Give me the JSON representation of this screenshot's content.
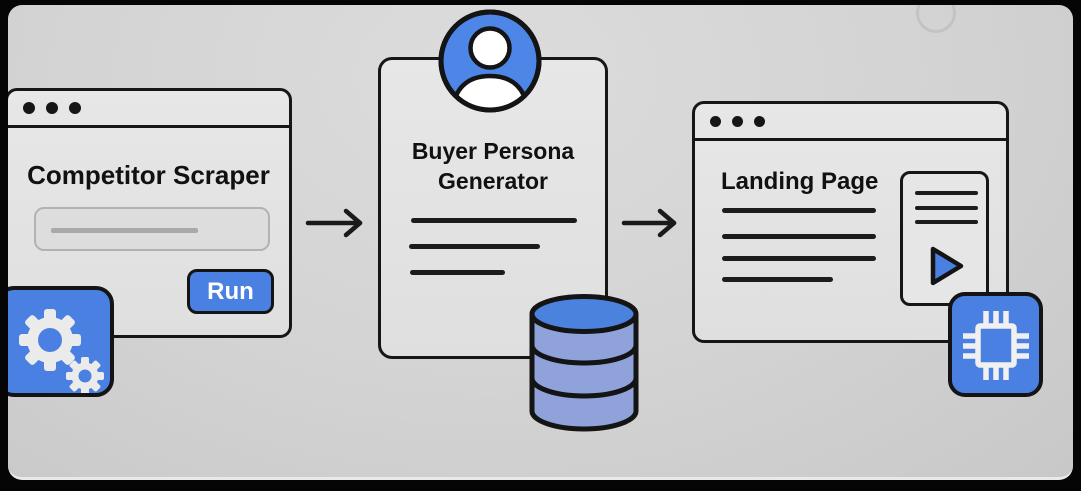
{
  "illustration": {
    "description": "Three-step marketing automation workflow diagram",
    "panels": [
      {
        "id": "competitor-scraper",
        "title": "Competitor Scraper",
        "button": "Run"
      },
      {
        "id": "buyer-persona-generator",
        "title": "Buyer Persona Generator"
      },
      {
        "id": "landing-page",
        "title": "Landing Page"
      }
    ],
    "icons": [
      "gears-icon",
      "user-avatar-icon",
      "database-icon",
      "play-icon",
      "chip-icon",
      "arrow-right-icon",
      "window-dots"
    ],
    "colors": {
      "accent_blue": "#4a80e2",
      "database_top": "#4a82dd",
      "database_body": "#8fa3da",
      "background_gray": "#d3d3d3",
      "outline_black": "#161616",
      "frame_black": "#050505"
    }
  }
}
